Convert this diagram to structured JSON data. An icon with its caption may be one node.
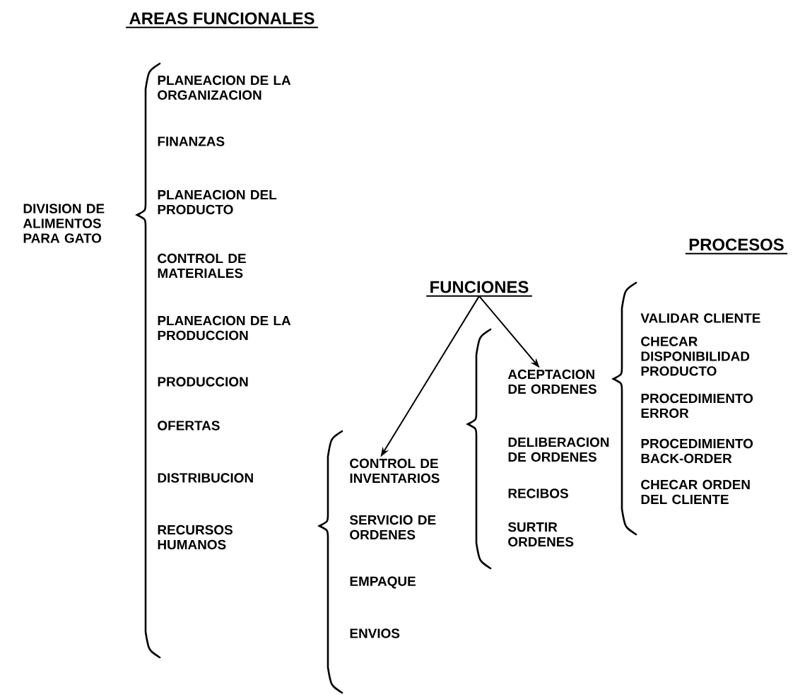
{
  "diagram": {
    "nodes": [
      {
        "text": [
          "FUNCIONES"
        ]
      },
      {
        "text": [
          "CONTROL DE INVENTARIOS"
        ]
      },
      {
        "text": [
          "ACEPTACION DE ORDENES"
        ]
      }
    ],
    "edges": [
      {
        "from": 0,
        "to": 1,
        "arrow": "to"
      },
      {
        "from": 0,
        "to": 2,
        "arrow": "to"
      }
    ],
    "labels": [
      "AREAS FUNCIONALES",
      "DIVISION DE ALIMENTOS PARA GATO",
      "PLANEACION DE LA ORGANIZACION",
      "FINANZAS",
      "PLANEACION DEL PRODUCTO",
      "CONTROL DE MATERIALES",
      "PLANEACION DE LA PRODUCCION",
      "PRODUCCION",
      "OFERTAS",
      "DISTRIBUCION",
      "RECURSOS HUMANOS",
      "PROCESOS",
      "SERVICIO DE ORDENES",
      "EMPAQUE",
      "ENVIOS",
      "DELIBERACION DE ORDENES",
      "RECIBOS",
      "SURTIR ORDENES",
      "VALIDAR CLIENTE",
      "CHECAR DISPONIBILIDAD PRODUCTO",
      "PROCEDIMIENTO ERROR",
      "PROCEDIMIENTO BACK-ORDER",
      "CHECAR ORDEN DEL CLIENTE"
    ]
  }
}
